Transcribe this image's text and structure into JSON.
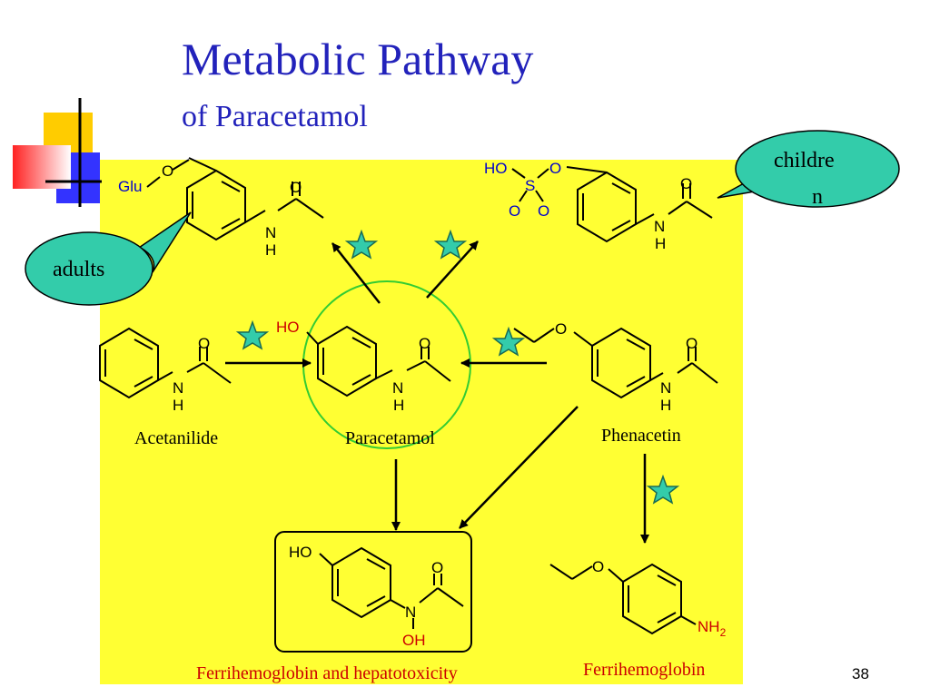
{
  "title": "Metabolic Pathway",
  "subtitle": "of Paracetamol",
  "slide_number": "38",
  "colors": {
    "title": "#2222bb",
    "panel": "#ffff33",
    "callout": "#33ccaa",
    "star": "#33ccaa",
    "circle": "#33cc33",
    "red_text": "#cc0000",
    "blue_text": "#0000cc"
  },
  "callouts": {
    "adults": "adults",
    "children_line1": "childre",
    "children_line2": "n"
  },
  "compounds": {
    "glucuronide": {
      "substituent": "Glu",
      "oxygen": "O",
      "carbonyl_o": "O",
      "nitrogen": "N",
      "hydrogen": "H"
    },
    "sulfate": {
      "ho": "HO",
      "sulfur": "S",
      "ring_o": "O",
      "s_o1": "O",
      "s_o2": "O",
      "carbonyl_o": "O",
      "nitrogen": "N",
      "hydrogen": "H"
    },
    "acetanilide": {
      "name": "Acetanilide",
      "carbonyl_o": "O",
      "nitrogen": "N",
      "hydrogen": "H"
    },
    "paracetamol": {
      "name": "Paracetamol",
      "ho": "HO",
      "carbonyl_o": "O",
      "nitrogen": "N",
      "hydrogen": "H"
    },
    "phenacetin": {
      "name": "Phenacetin",
      "oxygen": "O",
      "carbonyl_o": "O",
      "nitrogen": "N",
      "hydrogen": "H"
    },
    "napqi_hydroxyl": {
      "ho": "HO",
      "carbonyl_o": "O",
      "nitrogen": "N",
      "oh": "OH"
    },
    "phenetidine": {
      "oxygen": "O",
      "nh2": "NH",
      "nh2_sub": "2"
    }
  },
  "captions": {
    "hepatotoxicity": "Ferrihemoglobin and hepatotoxicity",
    "ferrihemoglobin": "Ferrihemoglobin"
  }
}
